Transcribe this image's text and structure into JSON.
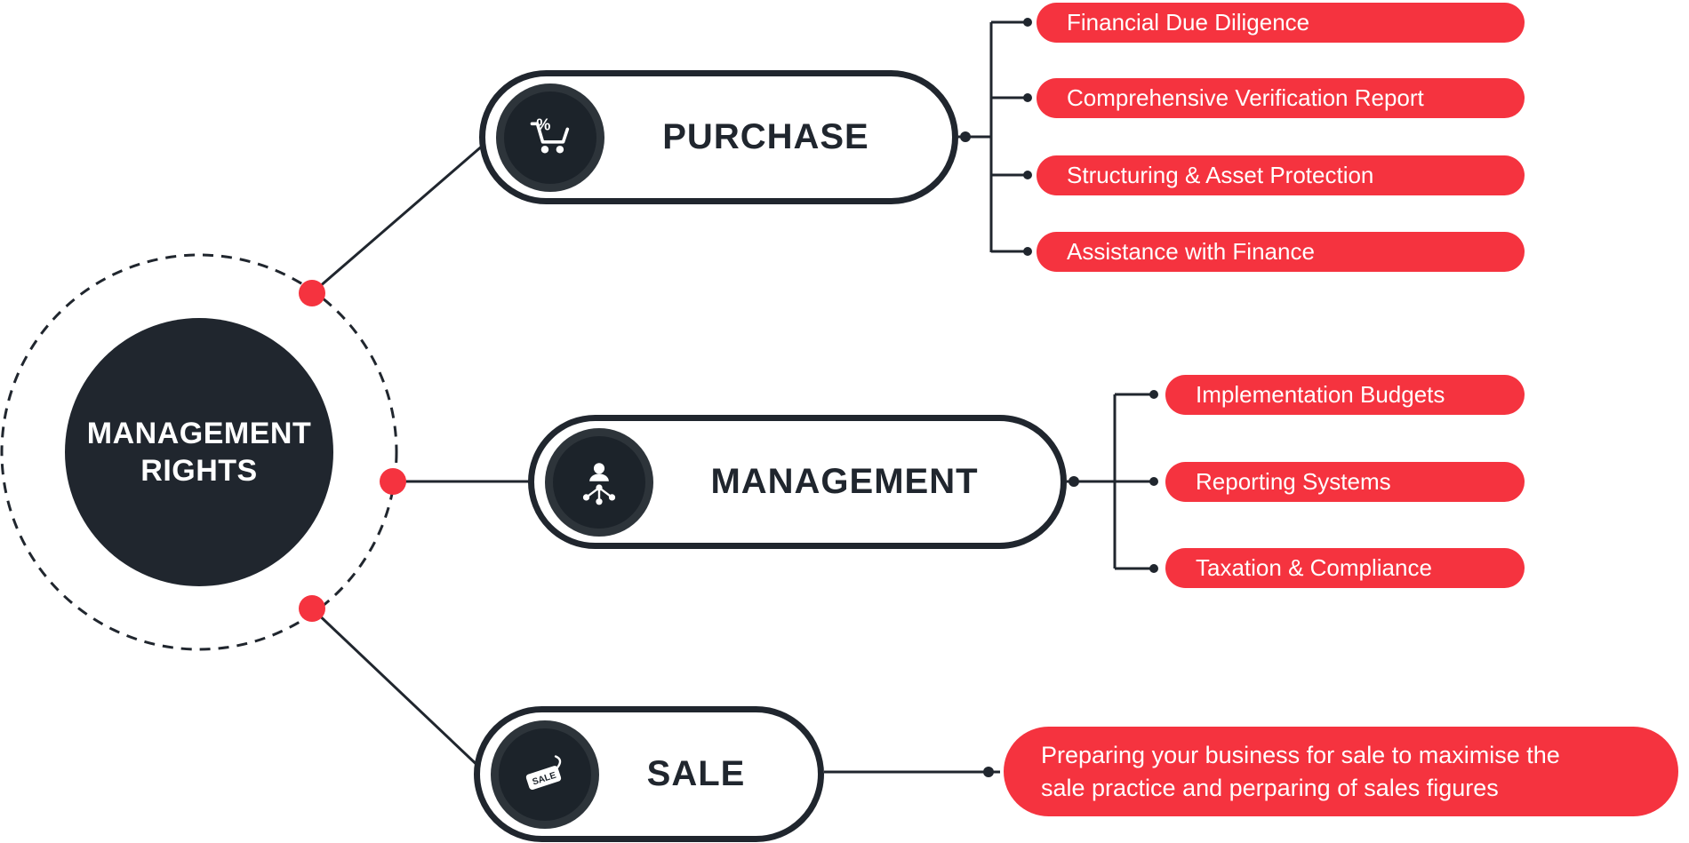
{
  "colors": {
    "dark": "#20262E",
    "red": "#F5333F",
    "white": "#FFFFFF"
  },
  "center": {
    "title_lines": [
      "MANAGEMENT",
      "RIGHTS"
    ]
  },
  "branches": {
    "purchase": {
      "label": "PURCHASE",
      "icon": "cart-percent-icon",
      "items": [
        "Financial Due Diligence",
        "Comprehensive Verification Report",
        "Structuring & Asset Protection",
        "Assistance with Finance"
      ]
    },
    "management": {
      "label": "MANAGEMENT",
      "icon": "person-network-icon",
      "items": [
        "Implementation Budgets",
        "Reporting Systems",
        "Taxation & Compliance"
      ]
    },
    "sale": {
      "label": "SALE",
      "icon": "sale-tag-icon",
      "description_lines": [
        "Preparing your business for sale to maximise the",
        "sale practice and perparing of sales figures"
      ]
    }
  }
}
